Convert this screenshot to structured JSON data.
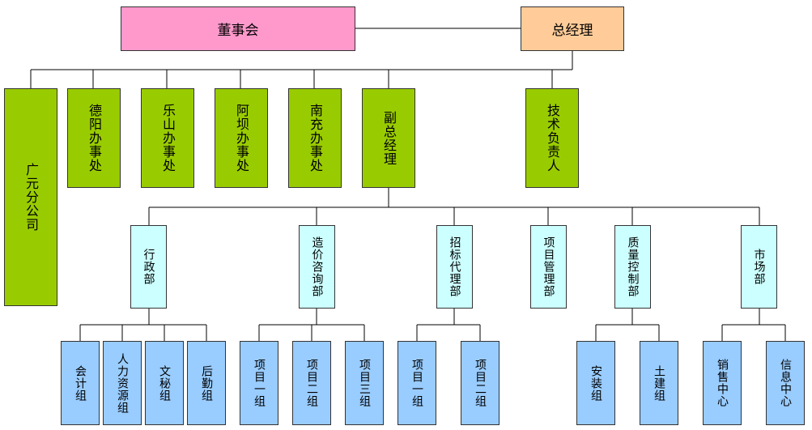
{
  "board": "董事会",
  "gm": "总经理",
  "guangyuan": "广元分公司",
  "offices": [
    "德阳办事处",
    "乐山办事处",
    "阿坝办事处",
    "南充办事处"
  ],
  "deputy_gm": "副总经理",
  "tech_lead": "技术负责人",
  "departments": [
    "行政部",
    "造价咨询部",
    "招标代理部",
    "项目管理部",
    "质量控制部",
    "市场部"
  ],
  "groups": {
    "admin": [
      "会计组",
      "人力资源组",
      "文秘组",
      "后勤组"
    ],
    "cost": [
      "项目一组",
      "项目二组",
      "项目三组"
    ],
    "bidding": [
      "项目一组",
      "项目二组"
    ],
    "quality": [
      "安装组",
      "土建组"
    ],
    "market": [
      "销售中心",
      "信息中心"
    ]
  },
  "colors": {
    "board": "#ff99cc",
    "gm": "#ffcc99",
    "level2": "#99cc00",
    "departments": "#ccffff",
    "groups": "#99ccff",
    "lines": "#000000"
  }
}
